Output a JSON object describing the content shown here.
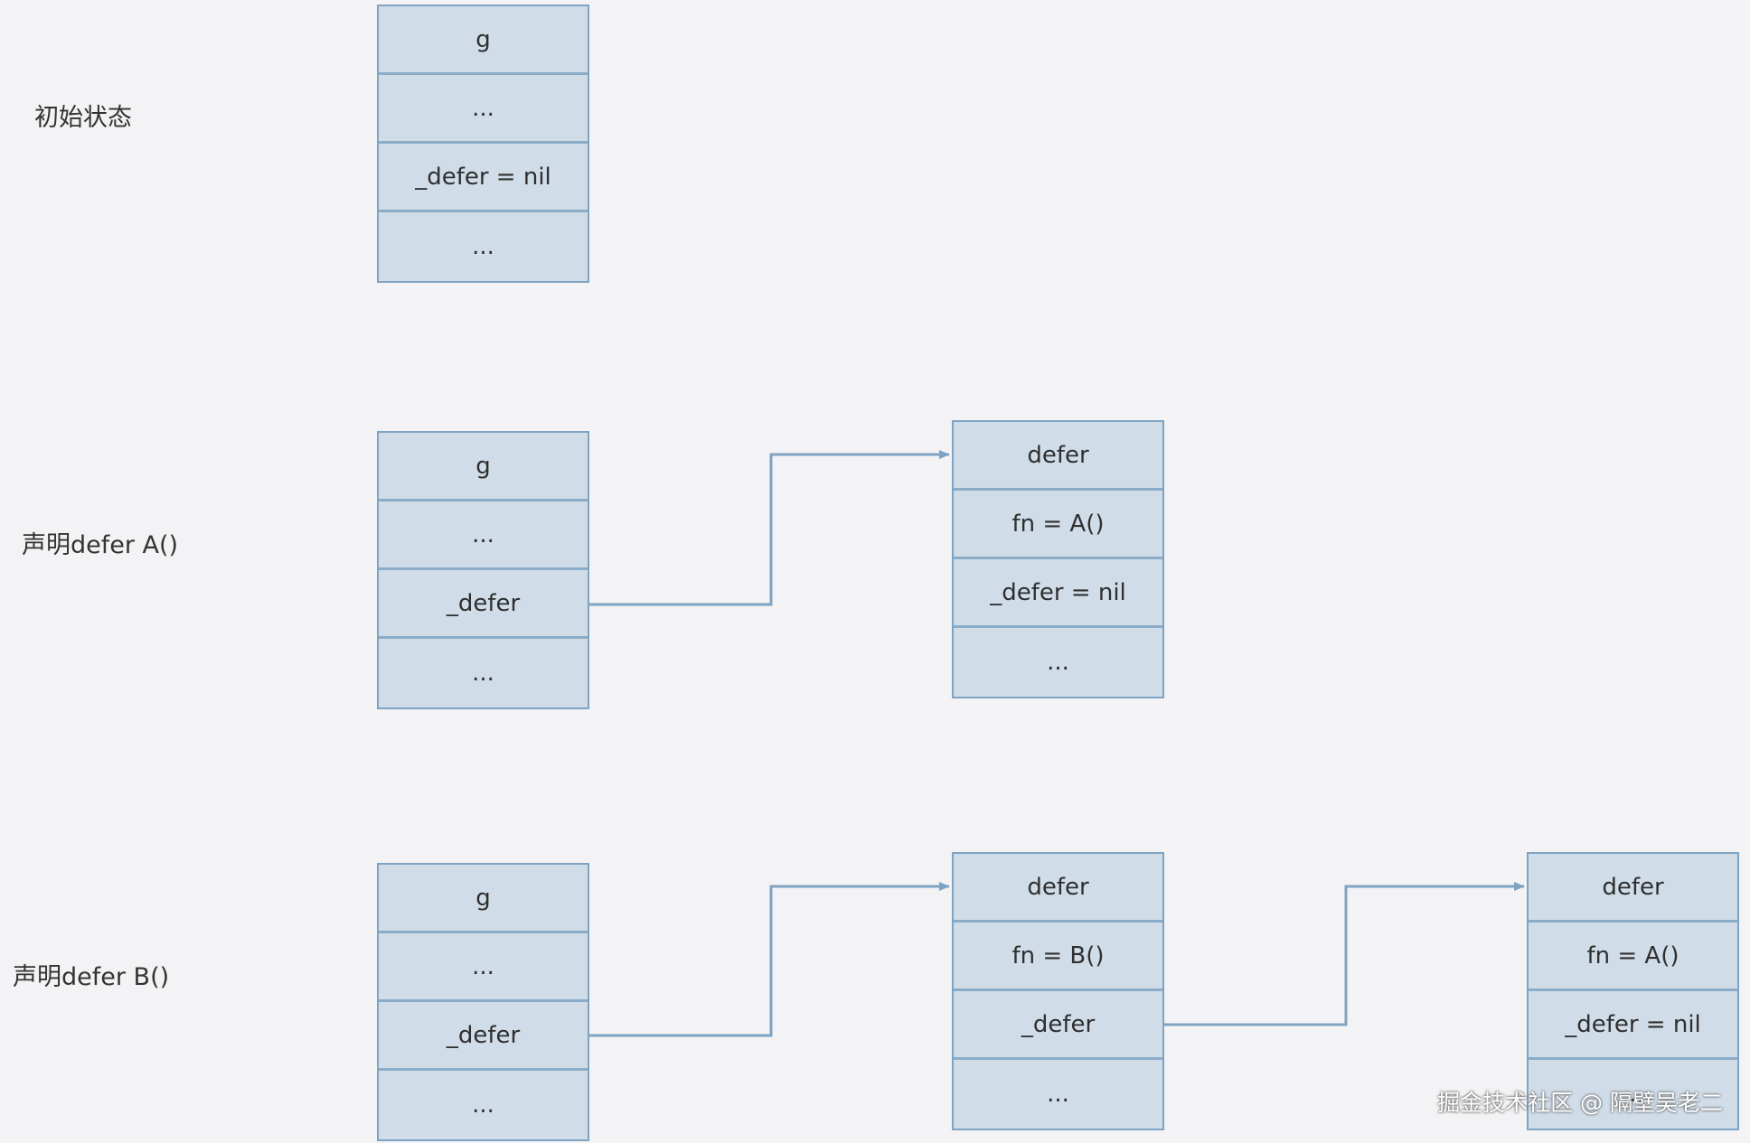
{
  "rows": [
    {
      "label": "初始状态",
      "g_cells": [
        "g",
        "...",
        "_defer = nil",
        "..."
      ]
    },
    {
      "label": "声明defer A()",
      "g_cells": [
        "g",
        "...",
        "_defer",
        "..."
      ],
      "defers": [
        [
          "defer",
          "fn = A()",
          "_defer = nil",
          "..."
        ]
      ]
    },
    {
      "label": "声明defer B()",
      "g_cells": [
        "g",
        "...",
        "_defer",
        "..."
      ],
      "defers": [
        [
          "defer",
          "fn = B()",
          "_defer",
          "..."
        ],
        [
          "defer",
          "fn = A()",
          "_defer = nil",
          "..."
        ]
      ]
    }
  ],
  "watermark": "掘金技术社区 @ 隔壁吴老二",
  "colors": {
    "background": "#f3f3f5",
    "cell_fill": "#d0dde9",
    "cell_border": "#8aacc8",
    "arrow": "#7fa3c2"
  }
}
